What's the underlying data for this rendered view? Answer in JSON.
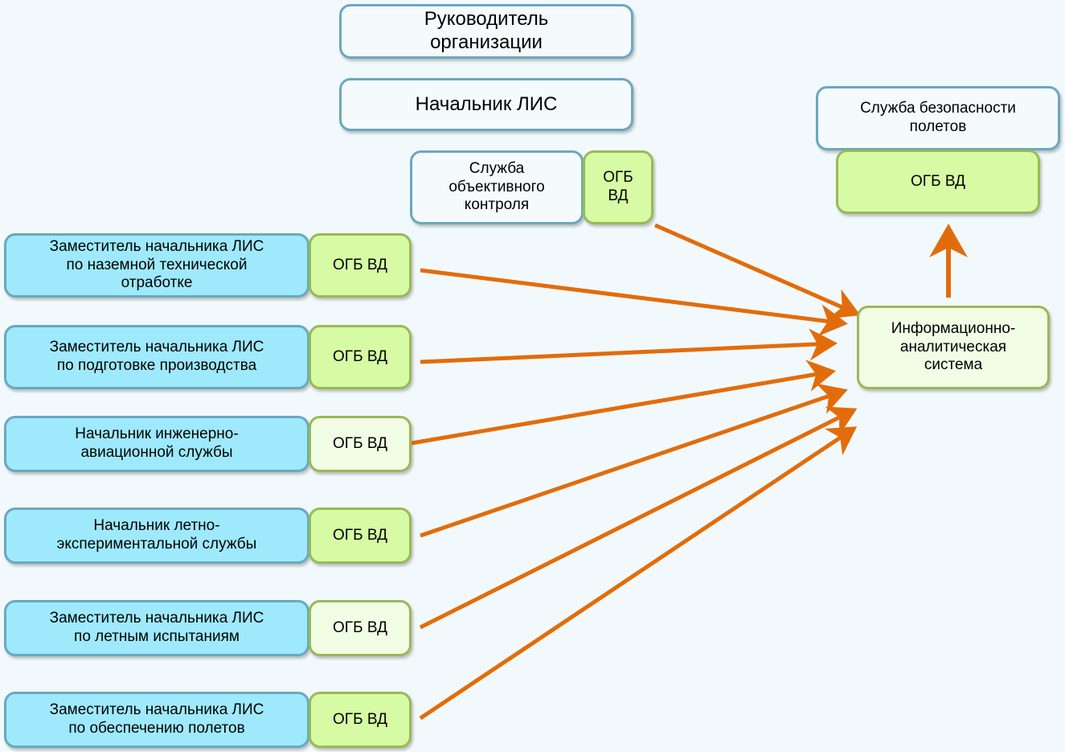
{
  "diagram": {
    "top_boxes": {
      "head_of_org": "Руководитель\nорганизации",
      "head_of_lis": "Начальник ЛИС"
    },
    "objective_control": {
      "label": "Служба\nобъективного\nконтроля",
      "ogb": "ОГБ\nВД"
    },
    "flight_safety": {
      "label": "Служба безопасности\nполетов",
      "ogb": "ОГБ ВД"
    },
    "ias": {
      "label": "Информационно-\nаналитическая\nсистема"
    },
    "departments": [
      {
        "label": "Заместитель начальника ЛИС\nпо наземной технической\nотработке",
        "ogb": "ОГБ ВД",
        "ogb_style": "green"
      },
      {
        "label": "Заместитель начальника ЛИС\nпо подготовке производства",
        "ogb": "ОГБ ВД",
        "ogb_style": "green"
      },
      {
        "label": "Начальник инженерно-\nавиационной службы",
        "ogb": "ОГБ ВД",
        "ogb_style": "pale"
      },
      {
        "label": "Начальник летно-\nэкспериментальной службы",
        "ogb": "ОГБ ВД",
        "ogb_style": "green"
      },
      {
        "label": "Заместитель начальника ЛИС\nпо летным испытаниям",
        "ogb": "ОГБ ВД",
        "ogb_style": "pale"
      },
      {
        "label": "Заместитель начальника ЛИС\nпо обеспечению полетов",
        "ogb": "ОГБ ВД",
        "ogb_style": "green"
      }
    ],
    "colors": {
      "arrow": "#e36c0a",
      "white_fill": "#f5fbfd",
      "blue_fill": "#9ee9fb",
      "blue_border": "#6aa8c0",
      "green_fill": "#d6fba4",
      "pale_fill": "#f1fde4",
      "green_border": "#99b957",
      "background": "#f2f9fc"
    }
  }
}
